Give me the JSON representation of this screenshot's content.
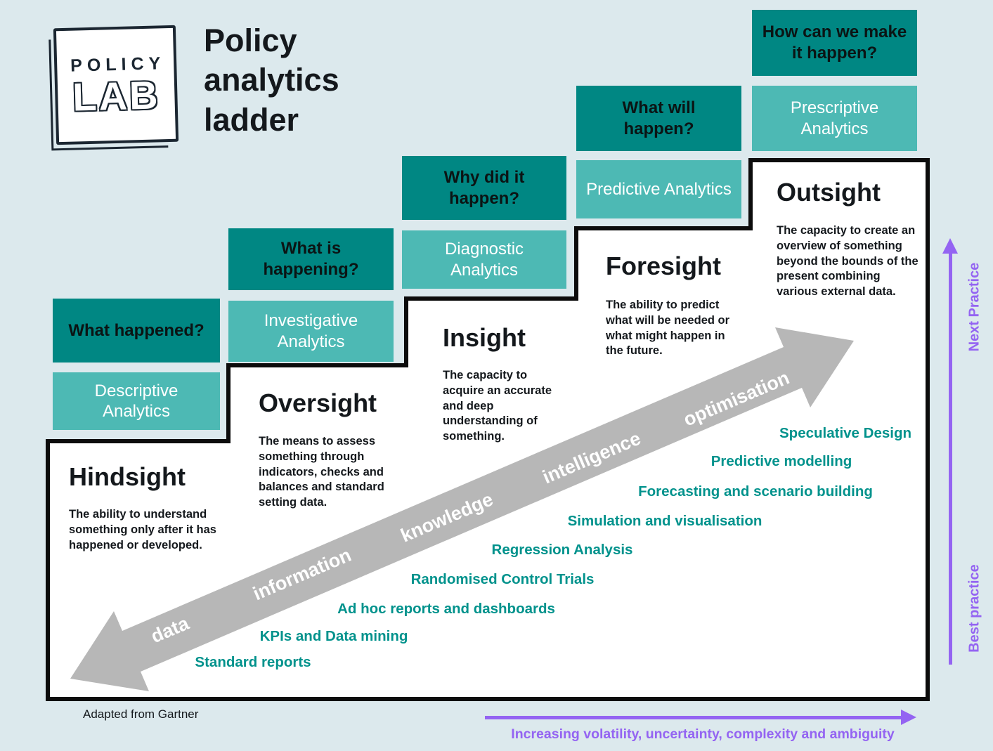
{
  "title": "Policy analytics ladder",
  "logo": {
    "line1": "POLICY",
    "line2": "LAB"
  },
  "colors": {
    "background": "#dce9ed",
    "dark_teal": "#008783",
    "light_teal": "#4db9b4",
    "teal_text": "#00928c",
    "purple": "#9464f2",
    "gray_arrow": "#b7b7b7"
  },
  "steps": [
    {
      "question": "What happened?",
      "analytics": "Descriptive Analytics",
      "title": "Hindsight",
      "description": "The ability to understand something only after it has happened or developed."
    },
    {
      "question": "What is happening?",
      "analytics": "Investigative Analytics",
      "title": "Oversight",
      "description": "The means to assess something through indicators, checks and balances and standard setting data."
    },
    {
      "question": "Why did it happen?",
      "analytics": "Diagnostic Analytics",
      "title": "Insight",
      "description": "The capacity to acquire an accurate and deep understanding of something."
    },
    {
      "question": "What will happen?",
      "analytics": "Predictive Analytics",
      "title": "Foresight",
      "description": "The ability to predict what will be needed or what might happen in the future."
    },
    {
      "question": "How can we make it happen?",
      "analytics": "Prescriptive Analytics",
      "title": "Outsight",
      "description": "The capacity to create an overview of something beyond the bounds of the present combining various external data."
    }
  ],
  "arrow_words": [
    "data",
    "information",
    "knowledge",
    "intelligence",
    "optimisation"
  ],
  "methods": [
    "Standard reports",
    "KPIs and Data mining",
    "Ad hoc reports and dashboards",
    "Randomised Control Trials",
    "Regression Analysis",
    "Simulation and visualisation",
    "Forecasting and scenario building",
    "Predictive modelling",
    "Speculative Design"
  ],
  "axis_right": {
    "top": "Next Practice",
    "bottom": "Best practice"
  },
  "axis_bottom": {
    "label": "Increasing volatility, uncertainty, complexity and ambiguity"
  },
  "footnote": "Adapted from Gartner"
}
